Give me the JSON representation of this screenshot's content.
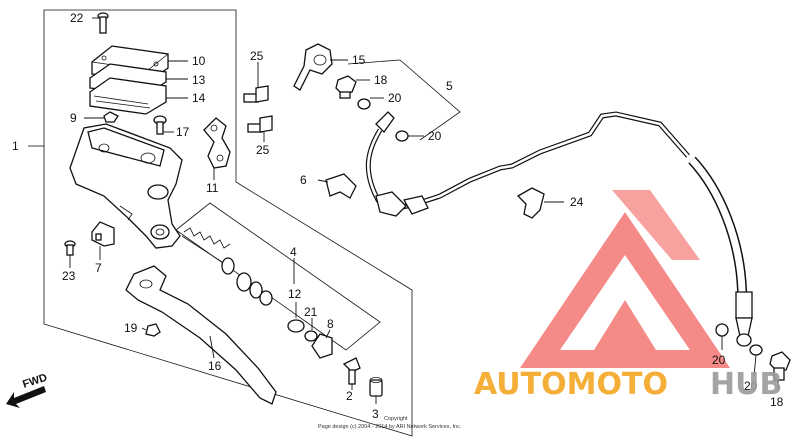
{
  "callouts": {
    "c1": "1",
    "c2": "2",
    "c3": "3",
    "c4": "4",
    "c5": "5",
    "c6": "6",
    "c7": "7",
    "c8": "8",
    "c9": "9",
    "c10": "10",
    "c11": "11",
    "c12": "12",
    "c13": "13",
    "c14": "14",
    "c15": "15",
    "c16": "16",
    "c17": "17",
    "c18a": "18",
    "c18b": "18",
    "c19": "19",
    "c20a": "20",
    "c20b": "20",
    "c20c": "20",
    "c20d": "20",
    "c21": "21",
    "c22": "22",
    "c23": "23",
    "c24": "24",
    "c25a": "25",
    "c25b": "25"
  },
  "fwd_label": "FWD",
  "copyright": {
    "line1": "Copyright",
    "line2": "Page design (c) 2004 - 2014 by ARI Network Services, Inc."
  },
  "watermark": {
    "part1": "AUTOMOTO",
    "part2": "HUB",
    "color_red": "#f04a44",
    "color_orange": "#f5a623",
    "color_gray": "#9b9b9b"
  }
}
